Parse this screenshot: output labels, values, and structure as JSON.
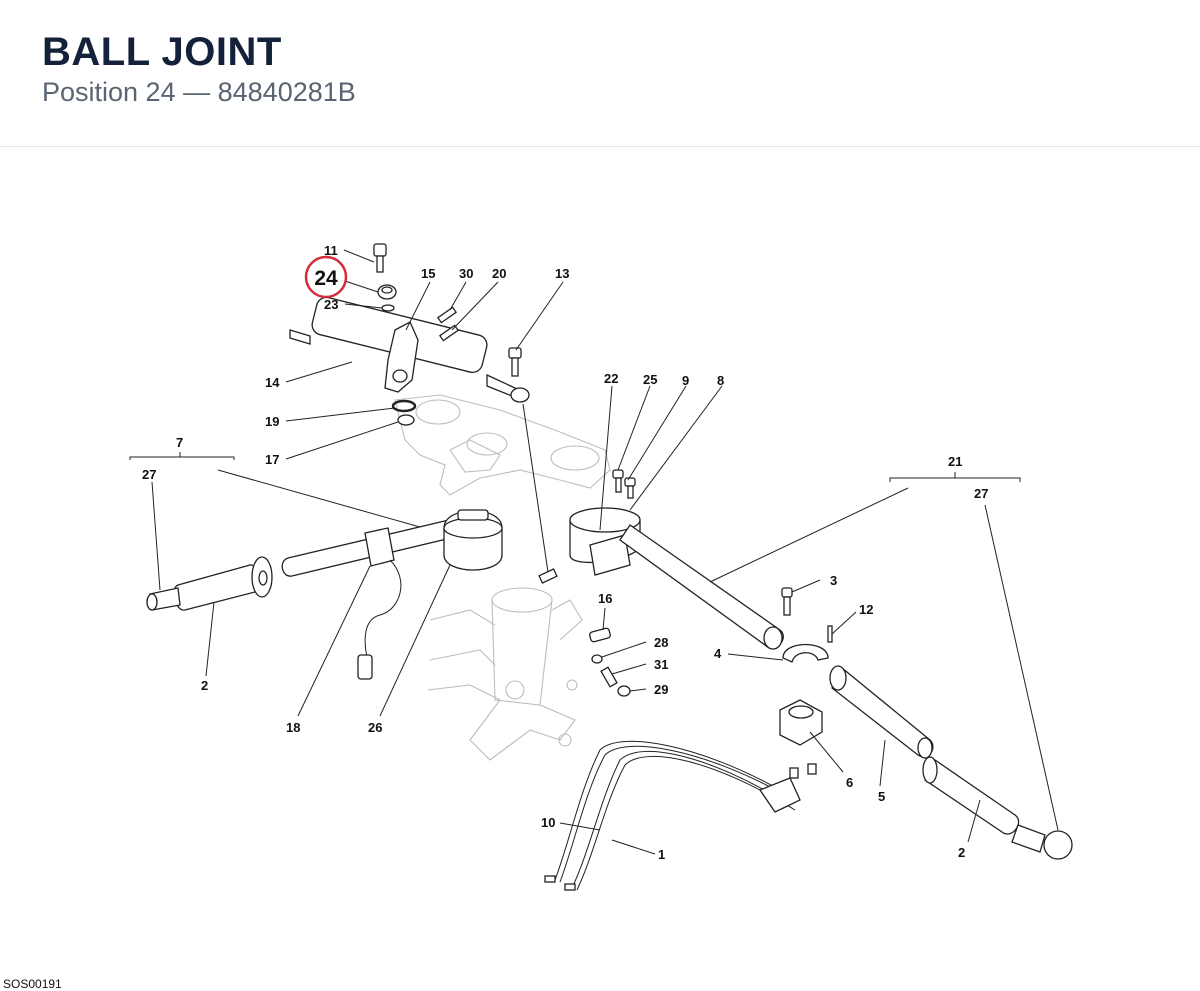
{
  "header": {
    "title": "BALL JOINT",
    "position_label": "Position 24",
    "separator": "—",
    "part_number": "84840281B"
  },
  "diagram": {
    "highlight_color": "#d32f3a",
    "highlighted_label": "24",
    "callouts": {
      "c11": "11",
      "c24": "24",
      "c15": "15",
      "c30": "30",
      "c20": "20",
      "c13": "13",
      "c23": "23",
      "c14": "14",
      "c19": "19",
      "c17": "17",
      "c7": "7",
      "c27a": "27",
      "c22": "22",
      "c25": "25",
      "c9": "9",
      "c8": "8",
      "c21": "21",
      "c27b": "27",
      "c2a": "2",
      "c18": "18",
      "c26": "26",
      "c16": "16",
      "c28": "28",
      "c31": "31",
      "c29": "29",
      "c3": "3",
      "c12": "12",
      "c4": "4",
      "c6": "6",
      "c5": "5",
      "c10": "10",
      "c1": "1",
      "c2b": "2"
    }
  },
  "footer": {
    "code": "SOS00191"
  }
}
